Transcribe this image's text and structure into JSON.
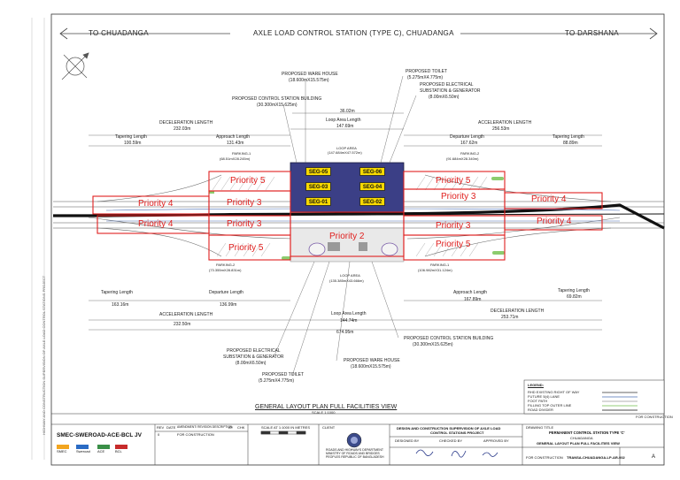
{
  "header": {
    "left_direction": "TO CHUADANGA",
    "title": "AXLE LOAD CONTROL STATION (TYPE C), CHUADANGA",
    "right_direction": "TO DARSHANA"
  },
  "annotations": {
    "prop_ware_house_top": "PROPOSED WARE HOUSE",
    "prop_ware_house_top_size": "(18.600mX15.575m)",
    "prop_toilet_top": "PROPOSED TOILET",
    "prop_toilet_top_size": "(5.275mX4.775m)",
    "prop_elec_top": "PROPOSED ELECTRICAL",
    "prop_elec_top_2": "SUBSTATION & GENERATOR",
    "prop_elec_top_size": "(8.00mX6.50m)",
    "prop_ctrl_top": "PROPOSED CONTROL STATION BUILDING",
    "prop_ctrl_top_size": "(30.300mX15.625m)",
    "width_top": "36.02m",
    "decel_top": "DECELERATION LENGTH",
    "decel_top_val": "232.03m",
    "loop_top": "Loop Area Length",
    "loop_top_val": "147.69m",
    "accel_top": "ACCELERATION LENGTH",
    "accel_top_val": "256.53m",
    "taper_top_left": "Tapering Length",
    "taper_top_left_val": "100.59m",
    "approach_top": "Approach Length",
    "approach_top_val": "131.43m",
    "departure_top": "Departure Length",
    "departure_top_val": "167.62m",
    "taper_top_right": "Tapering Length",
    "taper_top_right_val": "88.89m",
    "loop_area_top": "LOOP AREA",
    "loop_area_top_val": "(147.684mX47.572m)",
    "parking1_top": "PARKING-1",
    "parking1_top_val": "(68.51mX28.245m)",
    "parking2_top": "PARKING-2",
    "parking2_top_val": "(91.684mX28.340m)",
    "parking2_bot": "PARKING-2",
    "parking2_bot_val": "(73.355mX28.831m)",
    "parking1_bot": "PARKING-1",
    "parking1_bot_val": "(106.982mX31.124m)",
    "loop_area_bot": "LOOP AREA",
    "loop_area_bot_val": "(135.385mX43.666m)",
    "taper_bot_left": "Tapering Length",
    "taper_bot_left_val": "163.16m",
    "departure_bot": "Departure Length",
    "departure_bot_val": "136.99m",
    "approach_bot": "Approach Length",
    "approach_bot_val": "167.89m",
    "taper_bot_right": "Tapering Length",
    "taper_bot_right_val": "69.82m",
    "accel_bot": "ACCELERATION LENGTH",
    "accel_bot_val": "232.50m",
    "loop_bot": "Loop Area Length",
    "loop_bot_val": "144.74m",
    "decel_bot": "DECELERATION LENGTH",
    "decel_bot_val": "253.71m",
    "total_bot": "674.95m",
    "prop_ctrl_bot": "PROPOSED CONTROL STATION BUILDING",
    "prop_ctrl_bot_size": "(30.300mX15.625m)",
    "prop_elec_bot": "PROPOSED ELECTRICAL",
    "prop_elec_bot_2": "SUBSTATION & GENERATOR",
    "prop_elec_bot_size": "(8.00mX6.50m)",
    "prop_ware_house_bot": "PROPOSED WARE HOUSE",
    "prop_ware_house_bot_size": "(18.600mX15.575m)",
    "prop_toilet_bot": "PROPOSED TOILET",
    "prop_toilet_bot_size": "(5.275mX4.775m)"
  },
  "segments": [
    "SEG-05",
    "SEG-06",
    "SEG-03",
    "SEG-04",
    "SEG-01",
    "SEG-02"
  ],
  "priorities": {
    "p5_top_left": "Priority 5",
    "p5_top_right": "Priority 5",
    "p3_top_left": "Priority 3",
    "p3_top_right": "Priority 3",
    "p4_top_left": "Priority 4",
    "p4_top_right": "Priority 4",
    "p3_bot_left": "Priority 3",
    "p3_bot_right": "Priority 3",
    "p4_bot_left": "Priority 4",
    "p4_bot_right": "Priority 4",
    "p2": "Priority 2",
    "p5_bot_left": "Priority 5",
    "p5_bot_right": "Priority 5"
  },
  "plan_title": "GENERAL LAYOUT PLAN FULL FACILITIES  VIEW",
  "scale": "SCALE 1:1000",
  "legend": {
    "heading": "LEGEND:",
    "items": [
      "RHD EXISTING RIGHT OF WAY",
      "FUTURE 5(4) LANE",
      "FOOT PATH",
      "FILLING TOP OUTER LINE",
      "ROAD DIVIDER"
    ],
    "status": "FOR CONSTRUCTION"
  },
  "title_block": {
    "company": "SMEC-SWEROAD-ACE-BCL JV",
    "partners": [
      "SMEC",
      "Sweroad",
      "ACE",
      "BCL"
    ],
    "rev_cols": [
      "REV",
      "DATE",
      "AMENDMENT/ REVISION DESCRIPTION",
      "BY",
      "CHK"
    ],
    "rev_row": [
      "0",
      "",
      "FOR CONSTRUCTION",
      "",
      ""
    ],
    "scale_bar_label": "SCALE AT 1:1000 IN METRES",
    "client": "CLIENT",
    "client_lines": [
      "ROADS AND HIGHWAYS DEPARTMENT",
      "MINISTRY OF ROADS AND BRIDGES",
      "PEOPLES REPUBLIC OF BANGLADESH"
    ],
    "project_l1": "DESIGN AND CONSTRUCTION SUPERVISION OF AXLE LOAD",
    "project_l2": "CONTROL STATIONS PROJECT",
    "drawing_title_label": "DRAWING TITLE",
    "drawing_title_1": "PERMANENT CONTROL STATION TYPE 'C'",
    "drawing_title_2": "CHUADANGA",
    "drawing_title_3": "GENERAL LAYOUT PLAN FULL FACILITIES  VIEW",
    "sig_cols": [
      "DESIGNED BY",
      "CHECKED BY",
      "APPROVED BY"
    ],
    "status": "FOR CONSTRUCTION",
    "drawing_no": "TRANSA-CHUADANGA-LP-AR-002",
    "rev": "A"
  },
  "side_text": "HIGHWAY AND CONSTRUCTION SUPERVISION OF AXLE LOAD CONTROL STATIONS PROJECT"
}
